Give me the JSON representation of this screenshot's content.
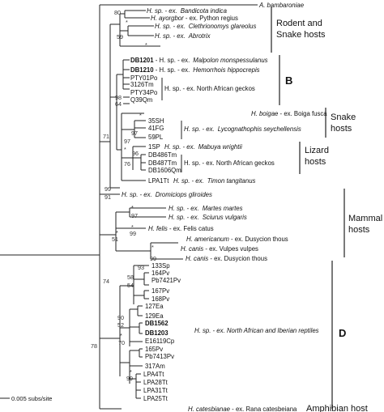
{
  "taxa": {
    "bambaroniae": "A. bambaroniae",
    "bandicota_a": "H. sp. - ex.",
    "bandicota_b": "Bandicota indica",
    "ayorgbor_a": "H. ayorgbor",
    "ayorgbor_b": " - ex. Python regius",
    "clethrion_a": "H. sp. - ex.",
    "clethrion_b": "Clethrionomys glareolus",
    "abrotrix_a": "H. sp. - ex.",
    "abrotrix_b": "Abrotrix",
    "db1201": "DB1201",
    "db1201_host_a": " - H. sp. - ex.",
    "db1201_host_b": "Malpolon monspessulanus",
    "db1210": "DB1210",
    "db1210_host_a": " - H. sp. - ex.",
    "db1210_host_b": "Hemorrhois hippocrepis",
    "pty01po": "PTY01Po",
    "tm3126": "3126Tm",
    "pty34po": "PTY34Po",
    "q39qm": "Q39Qm",
    "geckos_b": "H. sp. - ex. North African geckos",
    "boigae_a": "H. boigae",
    "boigae_b": " - ex. Boiga fusca",
    "sh35": "35SH",
    "fg41": "41FG",
    "pl59": "59PL",
    "lyco_a": "H. sp. - ex.",
    "lyco_b": "Lycognathophis seychellensis",
    "sp1": "1SP",
    "mabuya_a": "H. sp. - ex.",
    "mabuya_b": "Mabuya wrightii",
    "db486": "DB486Tm",
    "db487": "DB487Tm",
    "db1606": "DB1606Qm",
    "geckos_lizard": "H. sp. - ex. North African geckos",
    "lpa1tt": "LPA1Tt",
    "timon_a": "H. sp. - ex.",
    "timon_b": "Timon tangitanus",
    "dromi_a": "H. sp. - ex.",
    "dromi_b": "Dromiciops gliroides",
    "martes_a": "H. sp. - ex.",
    "martes_b": "Martes martes",
    "sciurus_a": "H. sp. - ex.",
    "sciurus_b": "Sciurus vulgaris",
    "felis_a": "H. felis",
    "felis_b": " - ex. Felis catus",
    "americanum_a": "H. americanum",
    "americanum_b": " - ex. Dusycion thous",
    "canis1_a": "H. canis",
    "canis1_b": " - ex. Vulpes vulpes",
    "canis2_a": "H. canis",
    "canis2_b": " - ex. Dusycion thous",
    "sp133": "133Sp",
    "pv164": "164Pv",
    "pb7421": "Pb7421Pv",
    "pv167": "167Pv",
    "pv168": "168Pv",
    "ea127": "127Ea",
    "ea129": "129Ea",
    "db1562": "DB1562",
    "db1203": "DB1203",
    "e16119": "E16119Cp",
    "pv165": "165Pv",
    "pb7413": "Pb7413Pv",
    "am317": "317Am",
    "lpa4": "LPA4Tt",
    "lpa28": "LPA28Tt",
    "lpa31": "LPA31Tt",
    "lpa25": "LPA25Tt",
    "reptiles": "H. sp. - ex. North African and Iberian reptiles",
    "catesb_a": "H. catesbianae",
    "catesb_b": " - ex. Rana catesbeiana"
  },
  "hosts": {
    "rodent1": "Rodent and",
    "rodent2": "Snake hosts",
    "snake1": "Snake",
    "snake2": "hosts",
    "lizard1": "Lizard",
    "lizard2": "hosts",
    "mammal1": "Mammal",
    "mammal2": "hosts",
    "amphibian": "Amphibian host"
  },
  "clades": {
    "b": "B",
    "d": "D"
  },
  "support": {
    "s80": "80",
    "s59": "59",
    "s98": "98",
    "s64": "64",
    "s71": "71",
    "s97a": "97",
    "s97b": "97",
    "s96": "96",
    "s76": "76",
    "s99a": "99",
    "s91": "91",
    "s97c": "97",
    "s51": "51",
    "s99b": "99",
    "s99c": "99",
    "s74": "74",
    "s93": "93",
    "s58": "58",
    "s54": "54",
    "s90": "90",
    "s52": "52",
    "s70": "70",
    "s99d": "99",
    "s78": "78",
    "star": "*"
  },
  "scale_bar": {
    "label": "0.005 subs/site"
  }
}
